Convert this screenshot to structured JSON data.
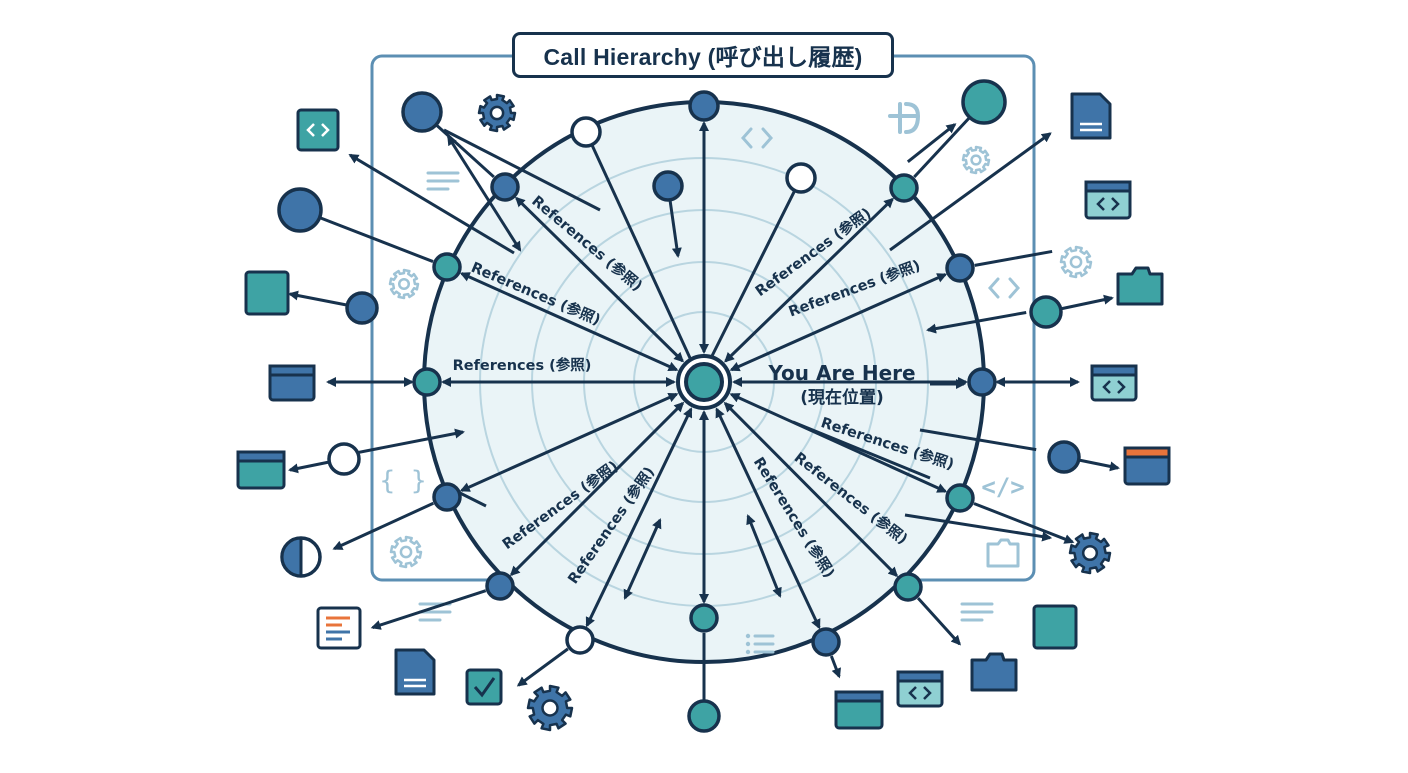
{
  "title": "Call Hierarchy (呼び出し履歴)",
  "center_label": {
    "line1": "You Are Here",
    "line2": "(現在位置)"
  },
  "reference_label": "References (参照)",
  "colors": {
    "navy": "#17324d",
    "teal": "#3ea3a4",
    "blue": "#3f74a8",
    "light_teal": "#8fd0d2",
    "pale": "#eaf4f7",
    "ring": "#b9d5e0",
    "frame": "#5c8fb3",
    "orange": "#e8743b",
    "faint_icon": "#9ec3d6"
  },
  "icons": {
    "outer": [
      "code-window-icon",
      "browser-window-icon",
      "document-icon",
      "folder-icon",
      "gear-icon",
      "checklist-icon",
      "list-document-icon",
      "checkbox-icon",
      "half-circle-node-icon"
    ],
    "watermark": [
      "gear-icon",
      "code-brackets-icon",
      "braces-icon",
      "list-icon",
      "folder-icon",
      "chart-icon",
      "lines-icon"
    ]
  }
}
